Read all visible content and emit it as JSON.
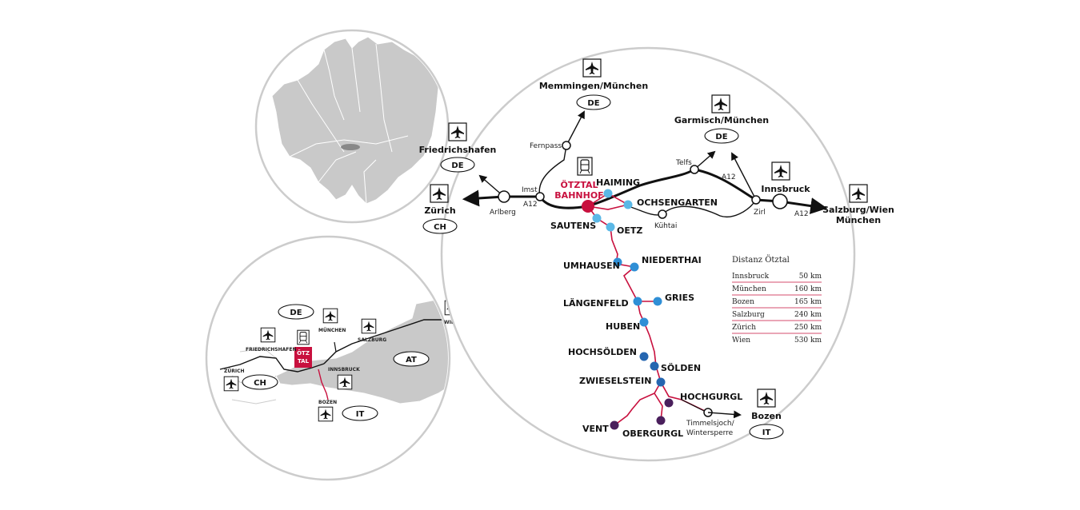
{
  "colors": {
    "accent": "#c8103e",
    "road": "#111111",
    "circle_border": "#cccccc",
    "stop_light": "#5bb8e6",
    "stop_mid": "#2f8fd6",
    "stop_dark": "#2566b0",
    "stop_purple": "#4a1f5c",
    "land": "#c9c9c9"
  },
  "icons": {
    "airport": "airplane-icon",
    "train": "train-icon"
  },
  "main_map": {
    "brand_line1": "ÖTZTAL",
    "brand_line2": "BAHNHOF",
    "airports": {
      "memmingen": "Memmingen/München",
      "garmisch": "Garmisch/München",
      "friedrichshafen": "Friedrichshafen",
      "zurich": "Zürich",
      "innsbruck": "Innsbruck",
      "salzburg_line1": "Salzburg/Wien",
      "salzburg_line2": "München",
      "bozen": "Bozen"
    },
    "countries": {
      "de_memmingen": "DE",
      "de_garmisch": "DE",
      "de_friedrichshafen": "DE",
      "ch": "CH",
      "it": "IT"
    },
    "places": {
      "fernpass": "Fernpass",
      "imst": "Imst",
      "arlberg": "Arlberg",
      "a12_west": "A12",
      "telfs": "Telfs",
      "a12_mid": "A12",
      "zirl": "Zirl",
      "a12_east": "A12",
      "kuhtai": "Kühtai",
      "timmelsjoch_line1": "Timmelsjoch/",
      "timmelsjoch_line2": "Wintersperre"
    },
    "stops": {
      "haiming": "HAIMING",
      "ochsengarten": "OCHSENGARTEN",
      "sautens": "SAUTENS",
      "oetz": "OETZ",
      "umhausen": "UMHAUSEN",
      "niederthai": "NIEDERTHAI",
      "langenfeld": "LÄNGENFELD",
      "gries": "GRIES",
      "huben": "HUBEN",
      "hochsolden": "HOCHSÖLDEN",
      "solden": "SÖLDEN",
      "zwieselstein": "ZWIESELSTEIN",
      "hochgurgl": "HOCHGURGL",
      "vent": "VENT",
      "obergurgl": "OBERGURGL"
    }
  },
  "distance_table": {
    "title": "Distanz Ötztal",
    "rows": [
      {
        "place": "Innsbruck",
        "km": "50 km"
      },
      {
        "place": "München",
        "km": "160 km"
      },
      {
        "place": "Bozen",
        "km": "165 km"
      },
      {
        "place": "Salzburg",
        "km": "240 km"
      },
      {
        "place": "Zürich",
        "km": "250 km"
      },
      {
        "place": "Wien",
        "km": "530 km"
      }
    ]
  },
  "austria_map": {
    "de": "DE",
    "ch": "CH",
    "it": "IT",
    "at": "AT",
    "brand_line1": "ÖTZ",
    "brand_line2": "TAL",
    "cities": {
      "friedrichshafen": "FRIEDRICHSHAFEN",
      "munchen": "MÜNCHEN",
      "salzburg": "SALZBURG",
      "wien": "WIEN",
      "zurich": "ZÜRICH",
      "innsbruck": "INNSBRUCK",
      "bozen": "BOZEN"
    }
  }
}
